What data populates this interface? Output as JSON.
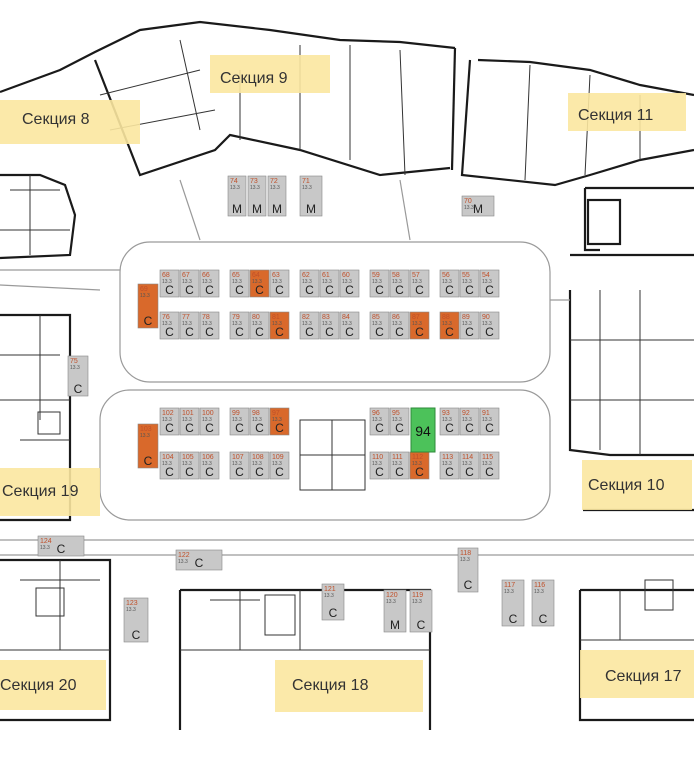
{
  "colors": {
    "section_label_bg": "#fbe7a0",
    "spot_gray": "#c8c8c8",
    "spot_orange": "#d9692b",
    "spot_green": "#4cc25a",
    "spot_number": "#c0502a",
    "road_line": "#9a9a9a",
    "wall": "#1a1a1a"
  },
  "sections": [
    {
      "label": "Секция 8"
    },
    {
      "label": "Секция 9"
    },
    {
      "label": "Секция 11"
    },
    {
      "label": "Секция 19"
    },
    {
      "label": "Секция 10"
    },
    {
      "label": "Секция 20"
    },
    {
      "label": "Секция 18"
    },
    {
      "label": "Секция 17"
    }
  ],
  "area_text": "13.3",
  "selected_spot": {
    "number": "94",
    "status": "selected"
  },
  "spots": [
    {
      "number": "74",
      "type": "M",
      "status": "gray"
    },
    {
      "number": "73",
      "type": "M",
      "status": "gray"
    },
    {
      "number": "72",
      "type": "M",
      "status": "gray"
    },
    {
      "number": "71",
      "type": "M",
      "status": "gray"
    },
    {
      "number": "70",
      "type": "M",
      "status": "gray"
    },
    {
      "number": "68",
      "type": "C",
      "status": "gray"
    },
    {
      "number": "67",
      "type": "C",
      "status": "gray"
    },
    {
      "number": "66",
      "type": "C",
      "status": "gray"
    },
    {
      "number": "65",
      "type": "C",
      "status": "gray"
    },
    {
      "number": "64",
      "type": "C",
      "status": "orange"
    },
    {
      "number": "63",
      "type": "C",
      "status": "gray"
    },
    {
      "number": "62",
      "type": "C",
      "status": "gray"
    },
    {
      "number": "61",
      "type": "C",
      "status": "gray"
    },
    {
      "number": "60",
      "type": "C",
      "status": "gray"
    },
    {
      "number": "59",
      "type": "C",
      "status": "gray"
    },
    {
      "number": "58",
      "type": "C",
      "status": "gray"
    },
    {
      "number": "57",
      "type": "C",
      "status": "gray"
    },
    {
      "number": "56",
      "type": "C",
      "status": "gray"
    },
    {
      "number": "55",
      "type": "C",
      "status": "gray"
    },
    {
      "number": "54",
      "type": "C",
      "status": "gray"
    },
    {
      "number": "69",
      "type": "C",
      "status": "orange"
    },
    {
      "number": "76",
      "type": "C",
      "status": "gray"
    },
    {
      "number": "77",
      "type": "C",
      "status": "gray"
    },
    {
      "number": "78",
      "type": "C",
      "status": "gray"
    },
    {
      "number": "79",
      "type": "C",
      "status": "gray"
    },
    {
      "number": "80",
      "type": "C",
      "status": "gray"
    },
    {
      "number": "81",
      "type": "C",
      "status": "orange"
    },
    {
      "number": "82",
      "type": "C",
      "status": "gray"
    },
    {
      "number": "83",
      "type": "C",
      "status": "gray"
    },
    {
      "number": "84",
      "type": "C",
      "status": "gray"
    },
    {
      "number": "85",
      "type": "C",
      "status": "gray"
    },
    {
      "number": "86",
      "type": "C",
      "status": "gray"
    },
    {
      "number": "87",
      "type": "C",
      "status": "orange"
    },
    {
      "number": "88",
      "type": "C",
      "status": "orange"
    },
    {
      "number": "89",
      "type": "C",
      "status": "gray"
    },
    {
      "number": "90",
      "type": "C",
      "status": "gray"
    },
    {
      "number": "75",
      "type": "C",
      "status": "gray"
    },
    {
      "number": "102",
      "type": "C",
      "status": "gray"
    },
    {
      "number": "101",
      "type": "C",
      "status": "gray"
    },
    {
      "number": "100",
      "type": "C",
      "status": "gray"
    },
    {
      "number": "99",
      "type": "C",
      "status": "gray"
    },
    {
      "number": "98",
      "type": "C",
      "status": "gray"
    },
    {
      "number": "97",
      "type": "C",
      "status": "orange"
    },
    {
      "number": "96",
      "type": "C",
      "status": "gray"
    },
    {
      "number": "95",
      "type": "C",
      "status": "gray"
    },
    {
      "number": "93",
      "type": "C",
      "status": "gray"
    },
    {
      "number": "92",
      "type": "C",
      "status": "gray"
    },
    {
      "number": "91",
      "type": "C",
      "status": "gray"
    },
    {
      "number": "103",
      "type": "C",
      "status": "orange"
    },
    {
      "number": "104",
      "type": "C",
      "status": "gray"
    },
    {
      "number": "105",
      "type": "C",
      "status": "gray"
    },
    {
      "number": "106",
      "type": "C",
      "status": "gray"
    },
    {
      "number": "107",
      "type": "C",
      "status": "gray"
    },
    {
      "number": "108",
      "type": "C",
      "status": "gray"
    },
    {
      "number": "109",
      "type": "C",
      "status": "gray"
    },
    {
      "number": "110",
      "type": "C",
      "status": "gray"
    },
    {
      "number": "111",
      "type": "C",
      "status": "gray"
    },
    {
      "number": "112",
      "type": "C",
      "status": "orange"
    },
    {
      "number": "113",
      "type": "C",
      "status": "gray"
    },
    {
      "number": "114",
      "type": "C",
      "status": "gray"
    },
    {
      "number": "115",
      "type": "C",
      "status": "gray"
    },
    {
      "number": "124",
      "type": "C",
      "status": "gray"
    },
    {
      "number": "122",
      "type": "C",
      "status": "gray"
    },
    {
      "number": "123",
      "type": "C",
      "status": "gray"
    },
    {
      "number": "121",
      "type": "C",
      "status": "gray"
    },
    {
      "number": "120",
      "type": "M",
      "status": "gray"
    },
    {
      "number": "119",
      "type": "C",
      "status": "gray"
    },
    {
      "number": "118",
      "type": "C",
      "status": "gray"
    },
    {
      "number": "117",
      "type": "C",
      "status": "gray"
    },
    {
      "number": "116",
      "type": "C",
      "status": "gray"
    }
  ]
}
